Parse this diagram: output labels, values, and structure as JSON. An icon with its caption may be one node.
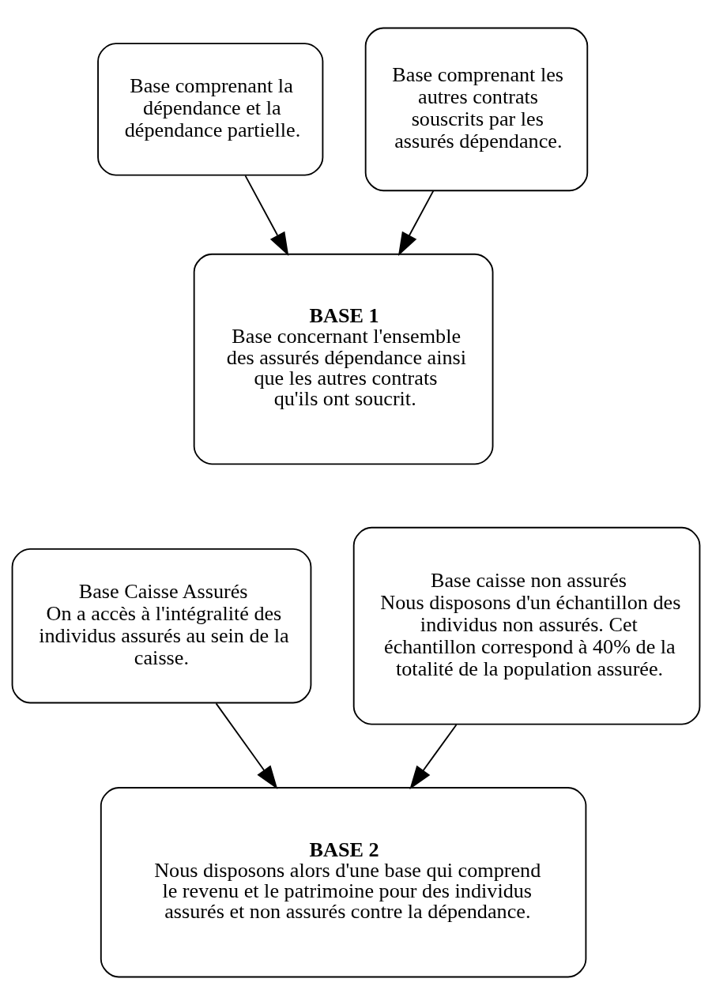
{
  "diagram": {
    "nodes": [
      {
        "text": [
          "Base comprenant la dépendance et la dépendance partielle."
        ]
      },
      {
        "text": [
          "Base comprenant les autres contrats souscrits par les assurés dépendance."
        ]
      },
      {
        "text": [
          "BASE 1",
          "Base concernant l'ensemble des assurés dépendance ainsi que les autres contrats qu'ils ont soucrit."
        ]
      },
      {
        "text": [
          "Base Caisse Assurés",
          "On a accès à l'intégralité des individus assurés au sein de la caisse."
        ]
      },
      {
        "text": [
          "Base caisse non assurés",
          "Nous disposons d'un échantillon des individus non assurés. Cet échantillon correspond à 40% de la totalité de la population assurée."
        ]
      },
      {
        "text": [
          "BASE 2",
          "Nous disposons alors d'une base qui comprend le revenu et le patrimoine pour des individus assurés et non assurés contre la dépendance."
        ]
      }
    ],
    "edges": [
      {
        "from": 0,
        "to": 2,
        "arrow": "to"
      },
      {
        "from": 1,
        "to": 2,
        "arrow": "to"
      },
      {
        "from": 3,
        "to": 5,
        "arrow": "to"
      },
      {
        "from": 4,
        "to": 5,
        "arrow": "to"
      }
    ]
  }
}
